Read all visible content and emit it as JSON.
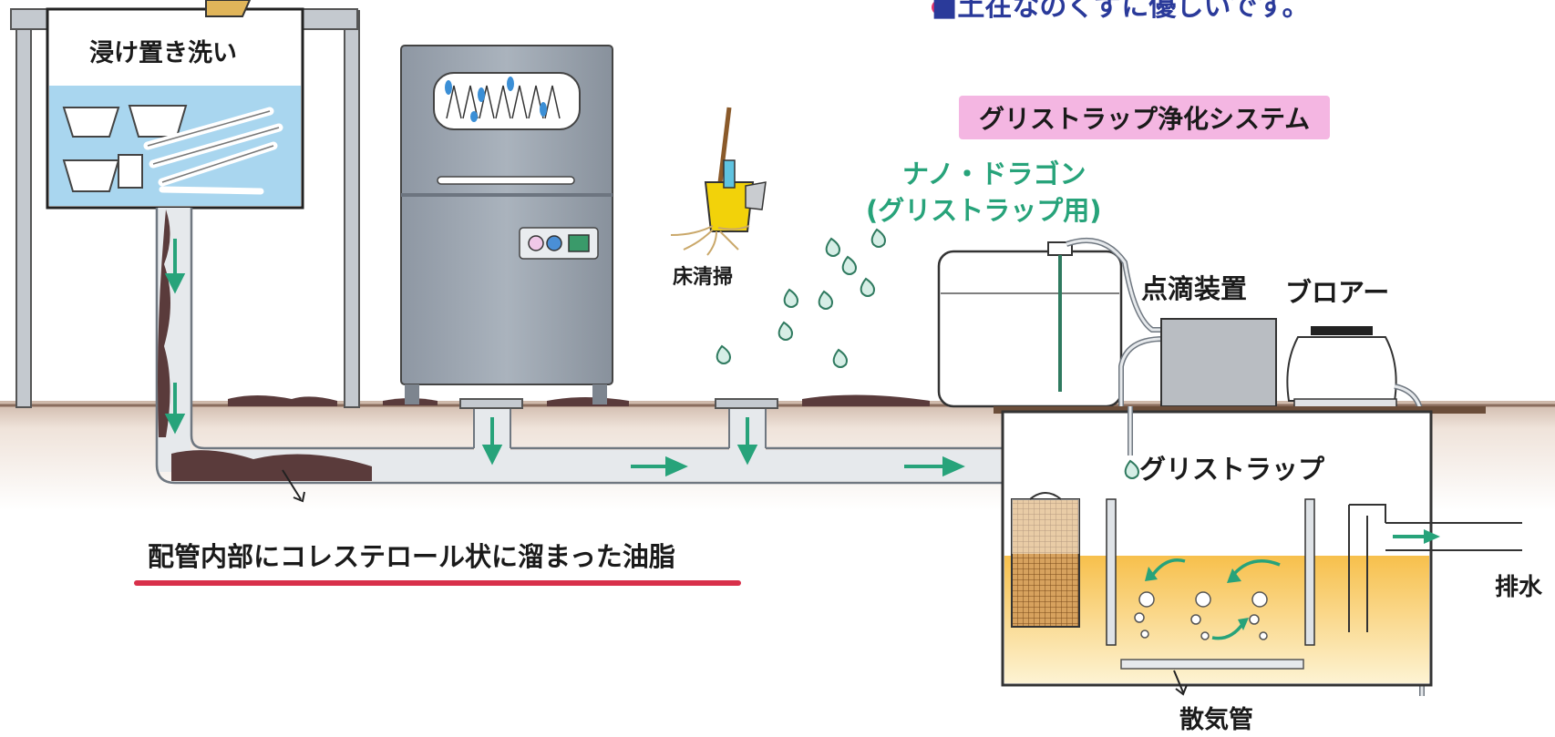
{
  "labels": {
    "soak_wash": "浸け置き洗い",
    "floor_cleaning": "床清掃",
    "grease_in_pipe": "配管内部にコレステロール状に溜まった油脂",
    "system_title": "グリストラップ浄化システム",
    "nano_dragon": "ナノ・ドラゴン",
    "nano_dragon_use": "(グリストラップ用)",
    "drip_device": "点滴装置",
    "blower": "ブロアー",
    "grease_trap": "グリストラップ",
    "drain": "排水",
    "diffuser_pipe": "散気管",
    "top_note": "■土在なのくずに優しいです。"
  },
  "colors": {
    "accent_green": "#27a37a",
    "title_bg": "#f4b6e2",
    "underline_red": "#d8304a",
    "water_blue": "#a9d6ef",
    "grease_brown": "#5a3b3b",
    "trap_water": "#f5c15a"
  }
}
